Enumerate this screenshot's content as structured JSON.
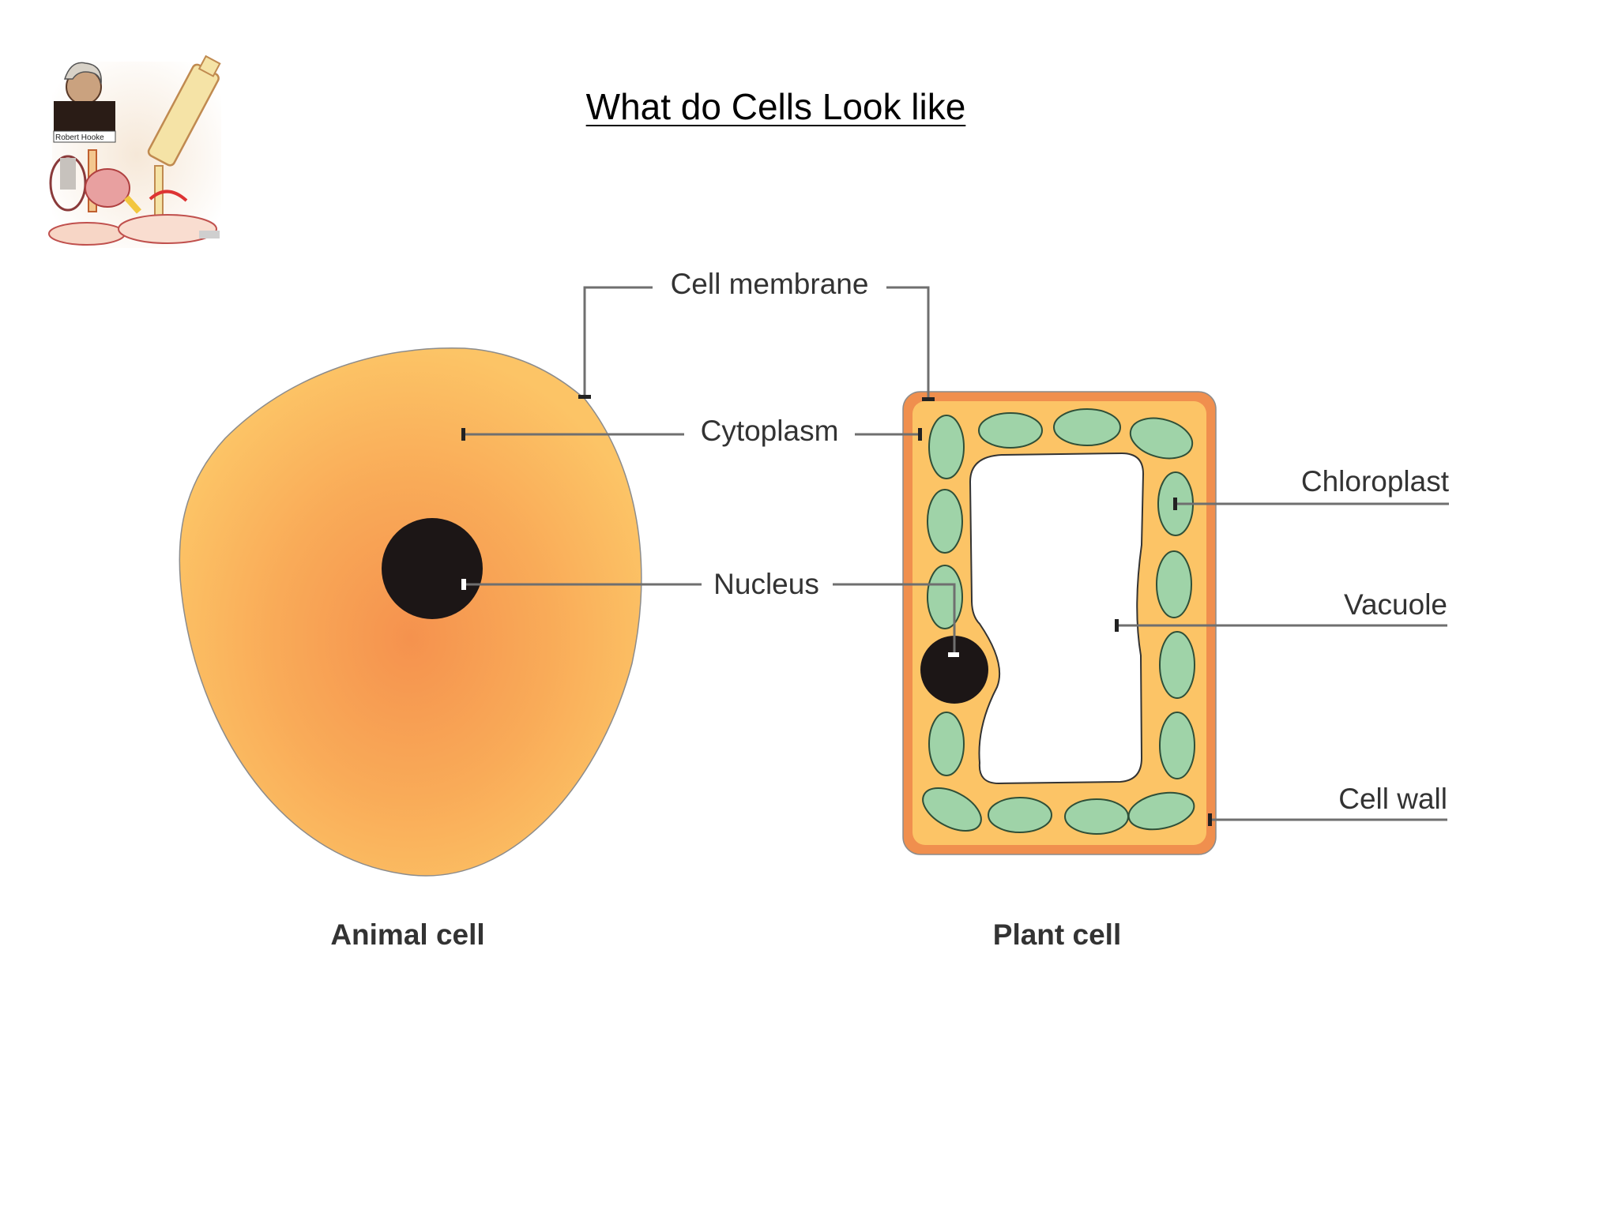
{
  "page": {
    "title": "What do Cells Look like",
    "logo_text": "Robert Hooke"
  },
  "diagram": {
    "labels": {
      "cell_membrane": "Cell membrane",
      "cytoplasm": "Cytoplasm",
      "nucleus": "Nucleus",
      "chloroplast": "Chloroplast",
      "vacuole": "Vacuole",
      "cell_wall": "Cell wall"
    },
    "captions": {
      "animal": "Animal cell",
      "plant": "Plant cell"
    },
    "colors": {
      "cytoplasm_light": "#fcc466",
      "cytoplasm_center": "#f5924e",
      "cell_wall": "#f08f4e",
      "chloroplast": "#9fd3a8",
      "nucleus": "#1c1616",
      "leader_line": "#6f6f6f"
    }
  }
}
